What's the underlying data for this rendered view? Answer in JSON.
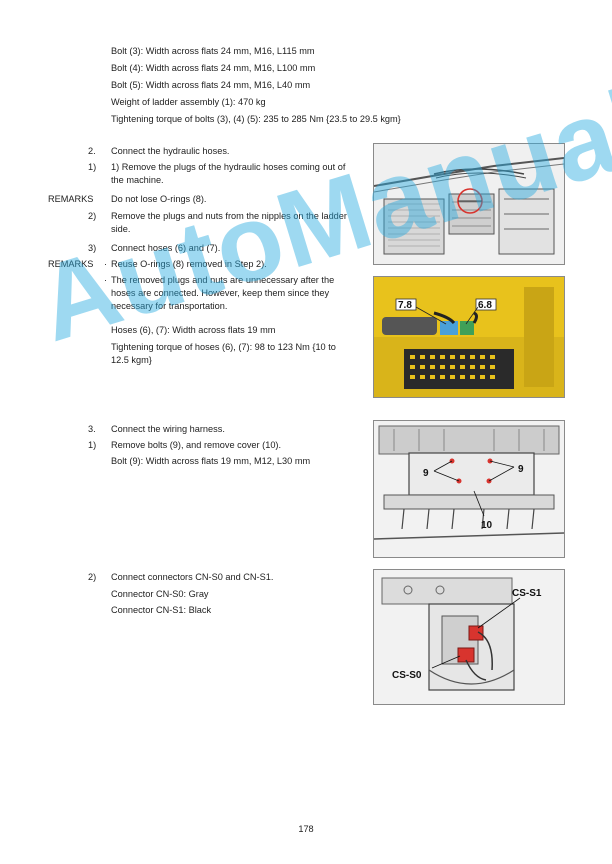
{
  "spec_lines": [
    "Bolt (3): Width across flats 24 mm, M16, L115 mm",
    "Bolt (4): Width across flats 24 mm, M16, L100 mm",
    "Bolt (5): Width across flats 24 mm, M16, L40 mm",
    "Weight of ladder assembly (1): 470 kg",
    "Tightening torque of bolts (3), (4) (5): 235 to 285 Nm {23.5 to 29.5 kgm}"
  ],
  "step2": {
    "num": "2.",
    "title": "Connect the hydraulic hoses.",
    "sub1_num": "1)",
    "sub1_text": "1) Remove the plugs of the hydraulic hoses coming out of the machine.",
    "remarks1_label": "REMARKS",
    "remarks1_text": "Do not lose O-rings (8).",
    "sub2_num": "2)",
    "sub2_text": "Remove the plugs and nuts from the nipples on the ladder side.",
    "sub3_num": "3)",
    "sub3_text": "Connect hoses (6) and (7).",
    "remarks2_label": "REMARKS",
    "bullet": "·",
    "remarks2_items": [
      "Reuse O-rings (8) removed in Step 2).",
      "The removed plugs and nuts are unnecessary after the hoses are connected. However, keep them since they necessary for transportation."
    ],
    "hoses_spec": "Hoses (6), (7): Width across flats 19 mm",
    "hoses_torque": "Tightening torque of hoses (6), (7): 98 to 123 Nm {10 to 12.5 kgm}"
  },
  "step3": {
    "num": "3.",
    "title": "Connect the wiring harness.",
    "sub1_num": "1)",
    "sub1_text": "Remove bolts (9), and remove cover (10).",
    "sub1_spec": "Bolt (9): Width across flats 19 mm, M12, L30 mm",
    "sub2_num": "2)",
    "sub2_text": "Connect connectors CN-S0 and CN-S1.",
    "conn_s0": "Connector CN-S0: Gray",
    "conn_s1": "Connector CN-S1: Black"
  },
  "figures": {
    "fig2_labels": [
      "7.8",
      "6.8"
    ],
    "fig3_labels": [
      "9",
      "9",
      "10"
    ],
    "fig4_labels": [
      "CS-S1",
      "CS-S0"
    ]
  },
  "watermark": "AutoManual",
  "page_number": "178",
  "colors": {
    "text": "#222222",
    "figure_yellow": "#e8c21c",
    "connector_red": "#d8342e",
    "watermark": "#28aae1"
  }
}
